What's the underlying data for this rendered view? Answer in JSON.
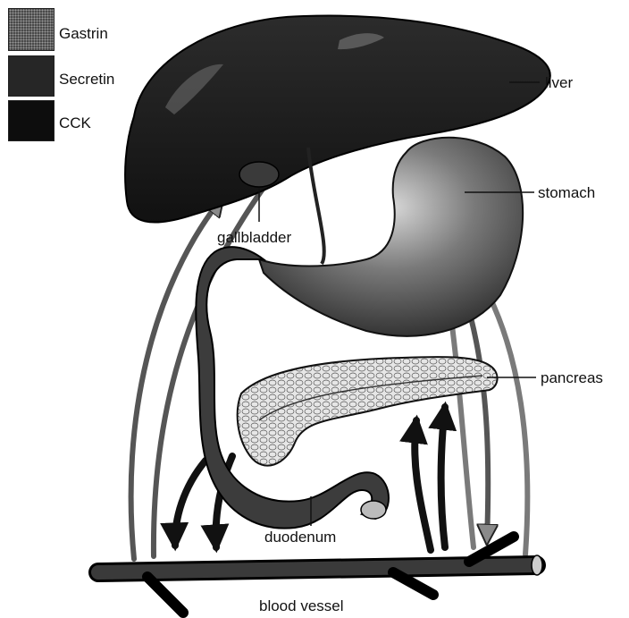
{
  "legend": {
    "items": [
      {
        "label": "Gastrin",
        "color": "#6a6a6a",
        "pattern": "stipple"
      },
      {
        "label": "Secretin",
        "color": "#262626",
        "pattern": "solid"
      },
      {
        "label": "CCK",
        "color": "#0d0d0d",
        "pattern": "solid"
      }
    ]
  },
  "labels": {
    "liver": "liver",
    "stomach": "stomach",
    "gallbladder": "gallbladder",
    "pancreas": "pancreas",
    "duodenum": "duodenum",
    "blood_vessel": "blood vessel"
  }
}
